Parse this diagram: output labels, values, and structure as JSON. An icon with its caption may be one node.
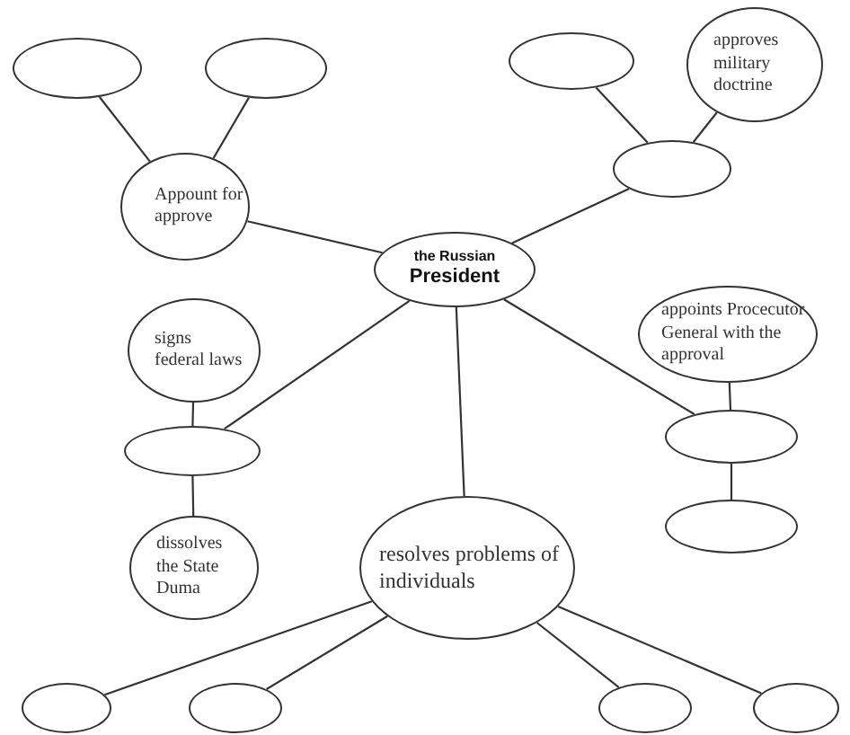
{
  "diagram": {
    "nodes": [
      {
        "text": [
          "the Russian",
          "President"
        ]
      },
      {
        "text": [
          "Appount for approve"
        ]
      },
      {
        "text": [],
        "shape": "circle"
      },
      {
        "text": [],
        "shape": "circle"
      },
      {
        "text": [],
        "shape": "circle"
      },
      {
        "text": [
          "approves military doctrine"
        ]
      },
      {
        "text": [],
        "shape": "circle"
      },
      {
        "text": [
          "signs federal laws"
        ]
      },
      {
        "text": [],
        "shape": "circle"
      },
      {
        "text": [
          "dissolves the State Duma"
        ]
      },
      {
        "text": [
          "resolves problems of individuals"
        ]
      },
      {
        "text": [
          "appoints Procecutor General with the approval"
        ]
      },
      {
        "text": [],
        "shape": "circle"
      },
      {
        "text": [],
        "shape": "circle"
      },
      {
        "text": [],
        "shape": "circle"
      },
      {
        "text": [],
        "shape": "circle"
      },
      {
        "text": [],
        "shape": "circle"
      },
      {
        "text": [],
        "shape": "circle"
      }
    ],
    "edges": [
      {
        "from": 0,
        "to": 1,
        "arrow": "none"
      },
      {
        "from": 1,
        "to": 2,
        "arrow": "none"
      },
      {
        "from": 1,
        "to": 3,
        "arrow": "none"
      },
      {
        "from": 0,
        "to": 6,
        "arrow": "none"
      },
      {
        "from": 6,
        "to": 4,
        "arrow": "none"
      },
      {
        "from": 6,
        "to": 5,
        "arrow": "none"
      },
      {
        "from": 0,
        "to": 8,
        "arrow": "none"
      },
      {
        "from": 8,
        "to": 7,
        "arrow": "none"
      },
      {
        "from": 8,
        "to": 9,
        "arrow": "none"
      },
      {
        "from": 0,
        "to": 10,
        "arrow": "none"
      },
      {
        "from": 0,
        "to": 12,
        "arrow": "none"
      },
      {
        "from": 12,
        "to": 11,
        "arrow": "none"
      },
      {
        "from": 12,
        "to": 13,
        "arrow": "none"
      },
      {
        "from": 10,
        "to": 14,
        "arrow": "none"
      },
      {
        "from": 10,
        "to": 15,
        "arrow": "none"
      },
      {
        "from": 10,
        "to": 16,
        "arrow": "none"
      },
      {
        "from": 10,
        "to": 17,
        "arrow": "none"
      }
    ]
  }
}
